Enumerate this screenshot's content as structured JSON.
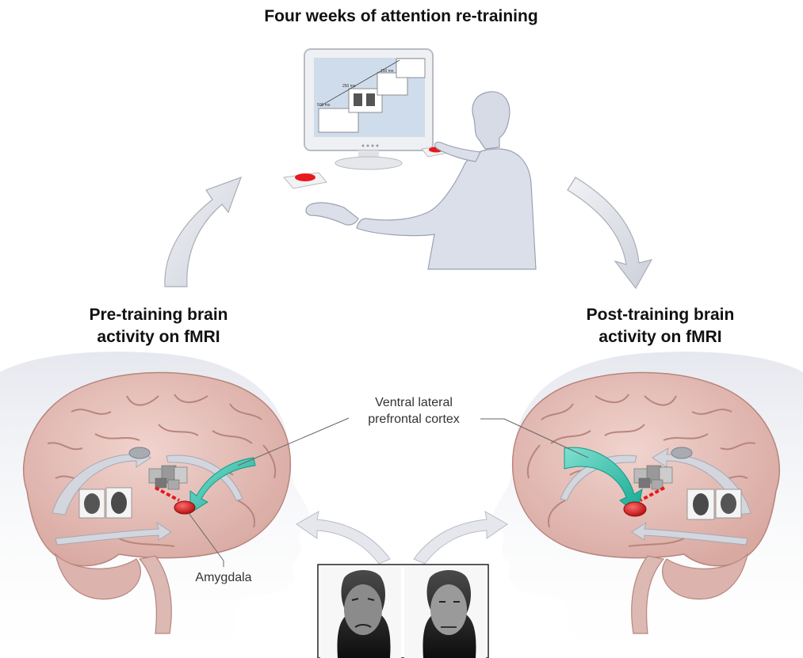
{
  "top_heading": "Four weeks of attention re-training",
  "pre_heading": {
    "line1": "Pre-training brain",
    "line2": "activity on fMRI"
  },
  "post_heading": {
    "line1": "Post-training brain",
    "line2": "activity on fMRI"
  },
  "vlpfc_label": {
    "line1": "Ventral lateral",
    "line2": "prefrontal cortex"
  },
  "amygdala_label": "Amygdala",
  "monitor_timings": [
    "150 ms",
    "250 ms",
    "500 ms"
  ],
  "colors": {
    "brain": "#e8c4bf",
    "brain_fold": "#b8857e",
    "amygdala": "#d41818",
    "pathway_teal": "#2bbfa8",
    "arrow_gray": "#d9dbe3",
    "head_silhouette": "#e4e6ee",
    "monitor_screen": "#cfdceb",
    "button_red": "#e8191e"
  },
  "icons": [
    "curved-arrow-up-right",
    "curved-arrow-down-right",
    "computer-monitor",
    "response-button",
    "amygdala-oval",
    "teal-pathway-arrow"
  ]
}
